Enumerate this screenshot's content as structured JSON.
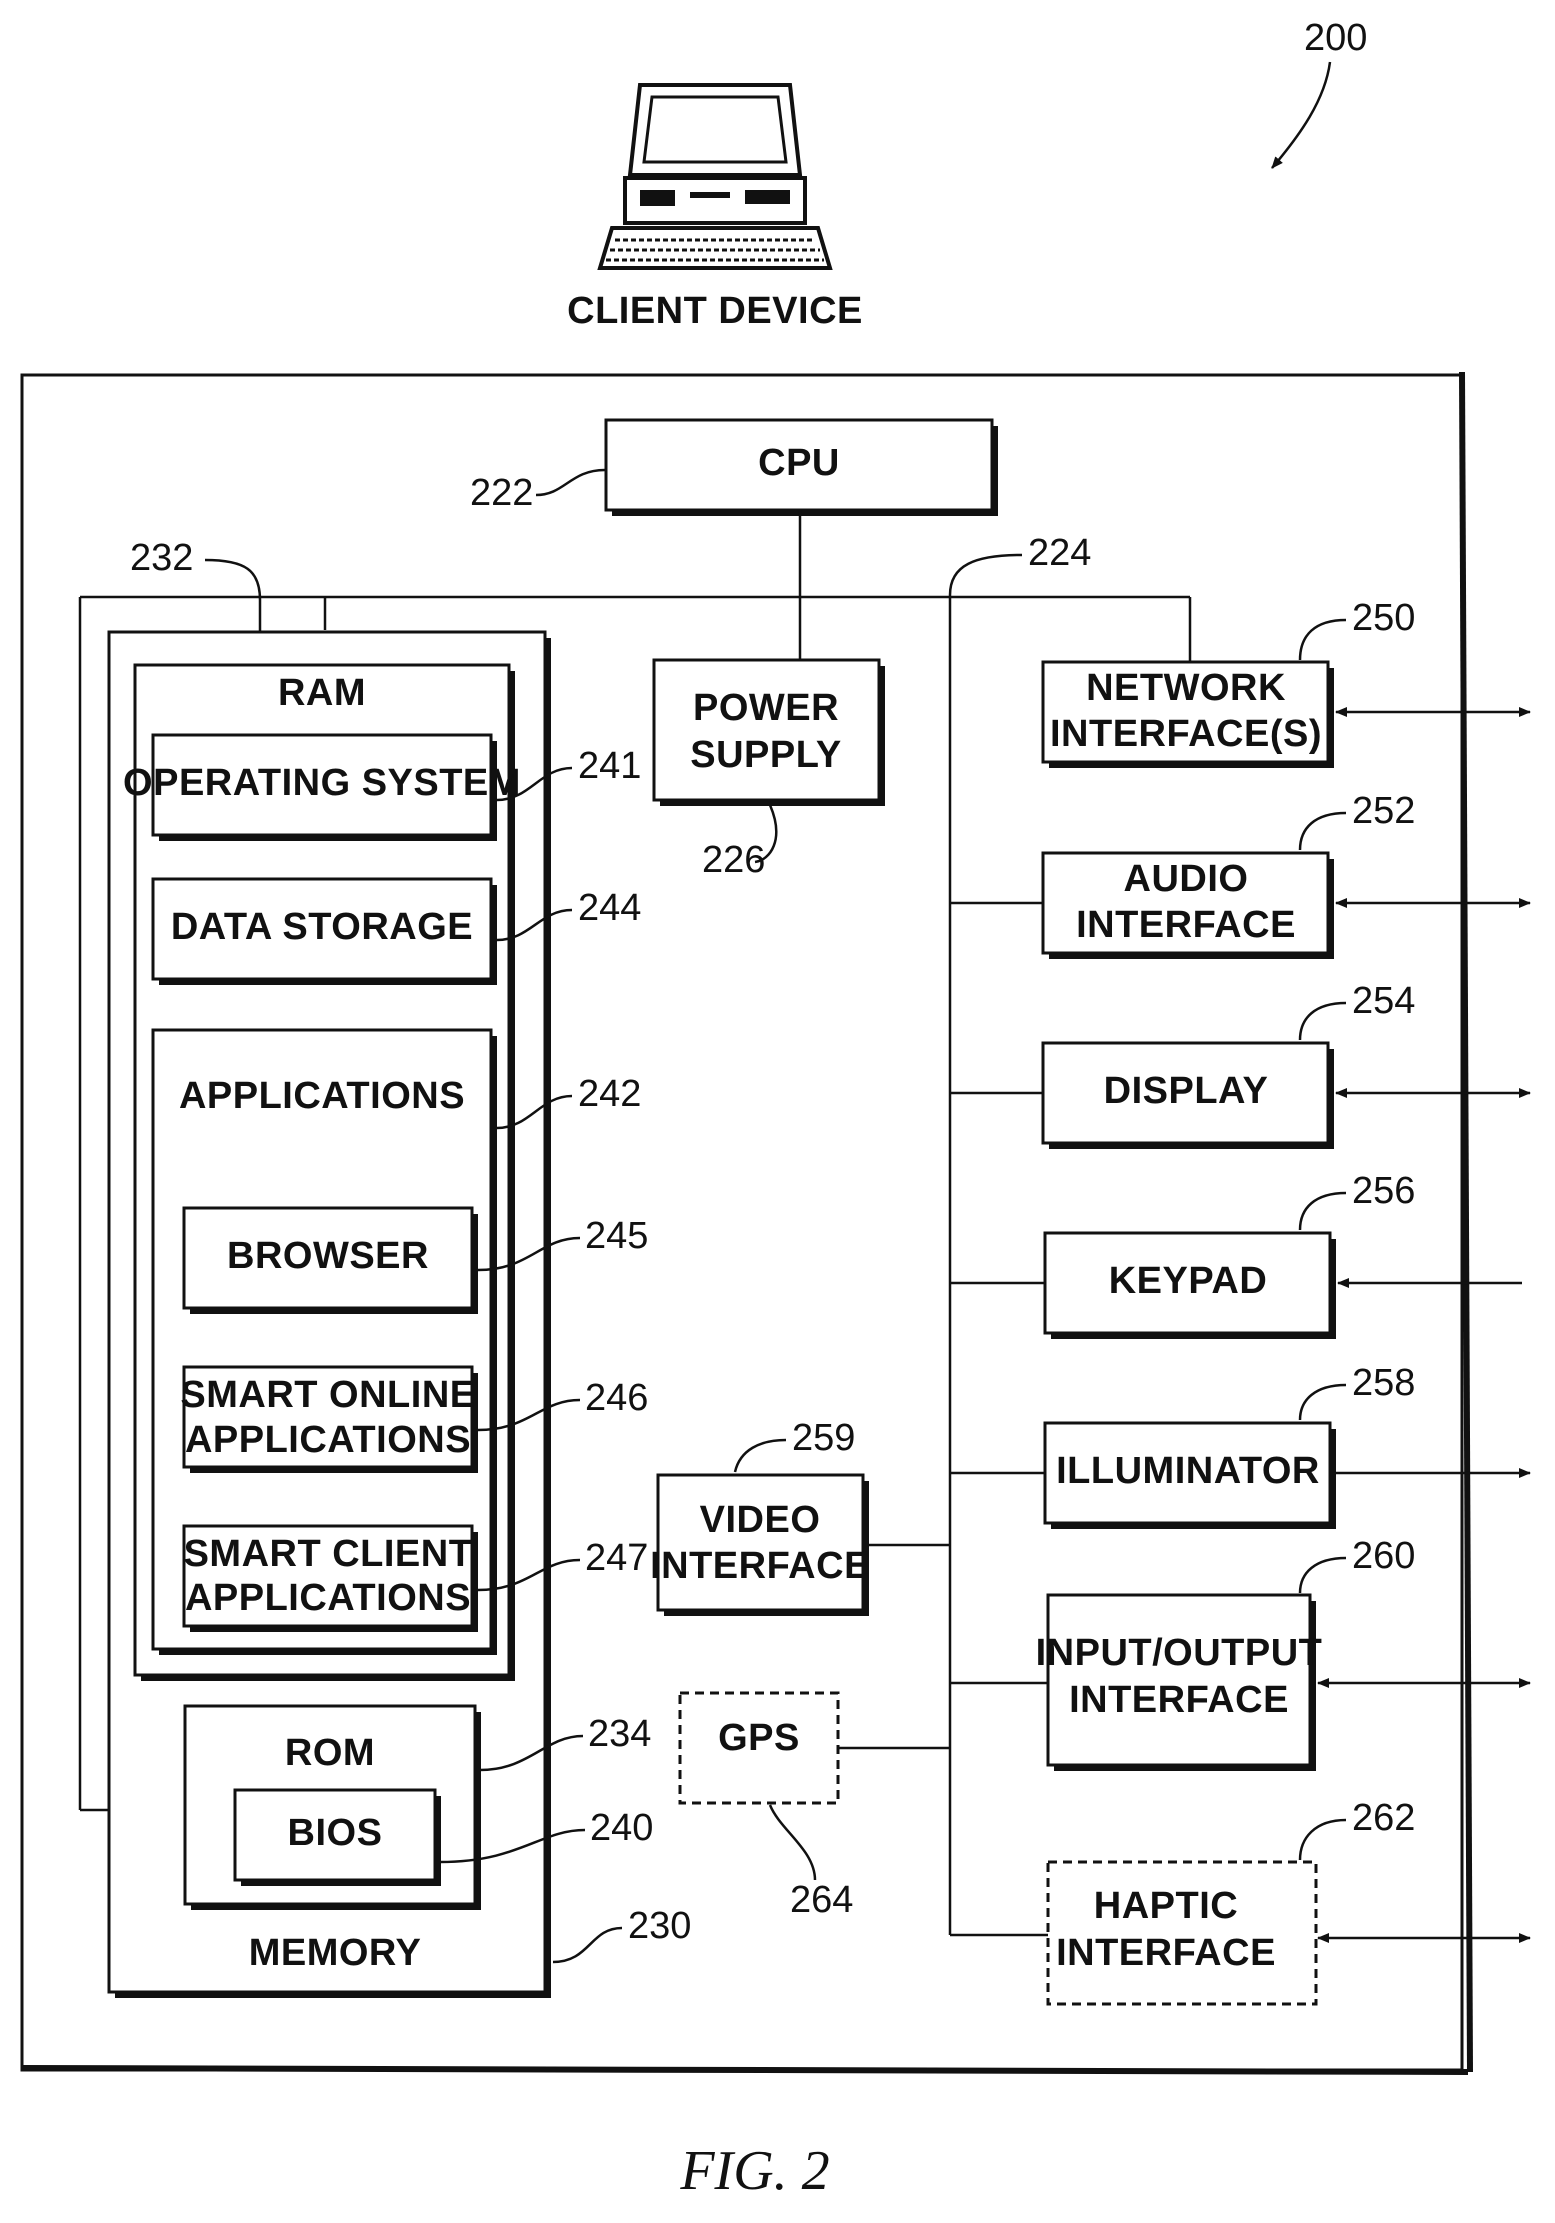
{
  "figure": {
    "number": "200",
    "caption": "FIG. 2"
  },
  "client_device": {
    "label": "CLIENT DEVICE"
  },
  "components": {
    "cpu": {
      "label": "CPU",
      "ref": "222"
    },
    "power_supply": {
      "label_line1": "POWER",
      "label_line2": "SUPPLY",
      "ref": "226"
    },
    "bus": {
      "ref": "224"
    },
    "memory_bus": {
      "ref": "232"
    },
    "network_interface": {
      "label_line1": "NETWORK",
      "label_line2": "INTERFACE(S)",
      "ref": "250"
    },
    "audio_interface": {
      "label_line1": "AUDIO",
      "label_line2": "INTERFACE",
      "ref": "252"
    },
    "display": {
      "label": "DISPLAY",
      "ref": "254"
    },
    "keypad": {
      "label": "KEYPAD",
      "ref": "256"
    },
    "illuminator": {
      "label": "ILLUMINATOR",
      "ref": "258"
    },
    "video_interface": {
      "label_line1": "VIDEO",
      "label_line2": "INTERFACE",
      "ref": "259"
    },
    "io_interface": {
      "label_line1": "INPUT/OUTPUT",
      "label_line2": "INTERFACE",
      "ref": "260"
    },
    "haptic_interface": {
      "label_line1": "HAPTIC",
      "label_line2": "INTERFACE",
      "ref": "262"
    },
    "gps": {
      "label": "GPS",
      "ref": "264"
    },
    "memory": {
      "label": "MEMORY",
      "ref": "230"
    },
    "ram": {
      "label": "RAM"
    },
    "operating_system": {
      "label": "OPERATING SYSTEM",
      "ref": "241"
    },
    "data_storage": {
      "label": "DATA STORAGE",
      "ref": "244"
    },
    "applications": {
      "label": "APPLICATIONS",
      "ref": "242"
    },
    "browser": {
      "label": "BROWSER",
      "ref": "245"
    },
    "smart_online_apps": {
      "label_line1": "SMART ONLINE",
      "label_line2": "APPLICATIONS",
      "ref": "246"
    },
    "smart_client_apps": {
      "label_line1": "SMART CLIENT",
      "label_line2": "APPLICATIONS",
      "ref": "247"
    },
    "rom": {
      "label": "ROM",
      "ref": "234"
    },
    "bios": {
      "label": "BIOS",
      "ref": "240"
    }
  }
}
